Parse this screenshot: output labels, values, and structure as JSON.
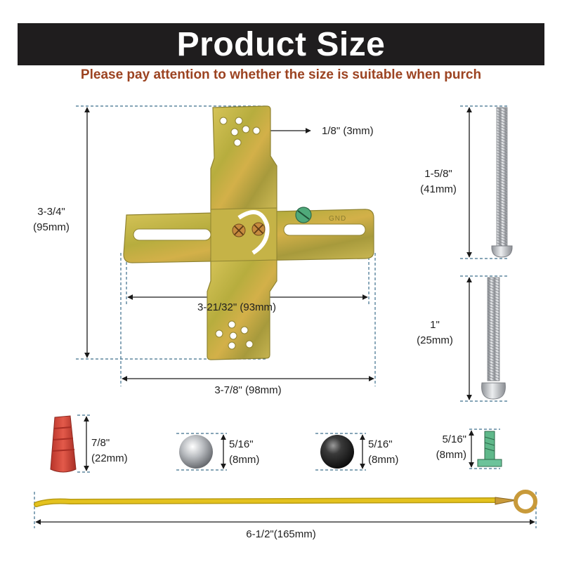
{
  "header": {
    "title": "Product Size",
    "subtitle": "Please pay attention to whether the size is suitable when purch"
  },
  "dimensions": {
    "hole": "1/8\" (3mm)",
    "bracket_height": "3-3/4\"",
    "bracket_height_mm": "(95mm)",
    "slot_width": "3-21/32\" (93mm)",
    "bracket_width": "3-7/8\" (98mm)",
    "long_screw": "1-5/8\"",
    "long_screw_mm": "(41mm)",
    "short_screw": "1\"",
    "short_screw_mm": "(25mm)",
    "wire_nut": "7/8\"",
    "wire_nut_mm": "(22mm)",
    "silver_ball": "5/16\"",
    "silver_ball_mm": "(8mm)",
    "black_ball": "5/16\"",
    "black_ball_mm": "(8mm)",
    "ground_screw": "5/16\"",
    "ground_screw_mm": "(8mm)",
    "ground_wire": "6-1/2\"(165mm)"
  },
  "bracket_marking": "GND",
  "colors": {
    "banner": "#1f1d1e",
    "subtitle": "#9c4321",
    "dim_line": "#3d6f8c",
    "brass": "#c9b64a",
    "wire": "#e4c21e",
    "wire_nut": "#d9483b"
  }
}
